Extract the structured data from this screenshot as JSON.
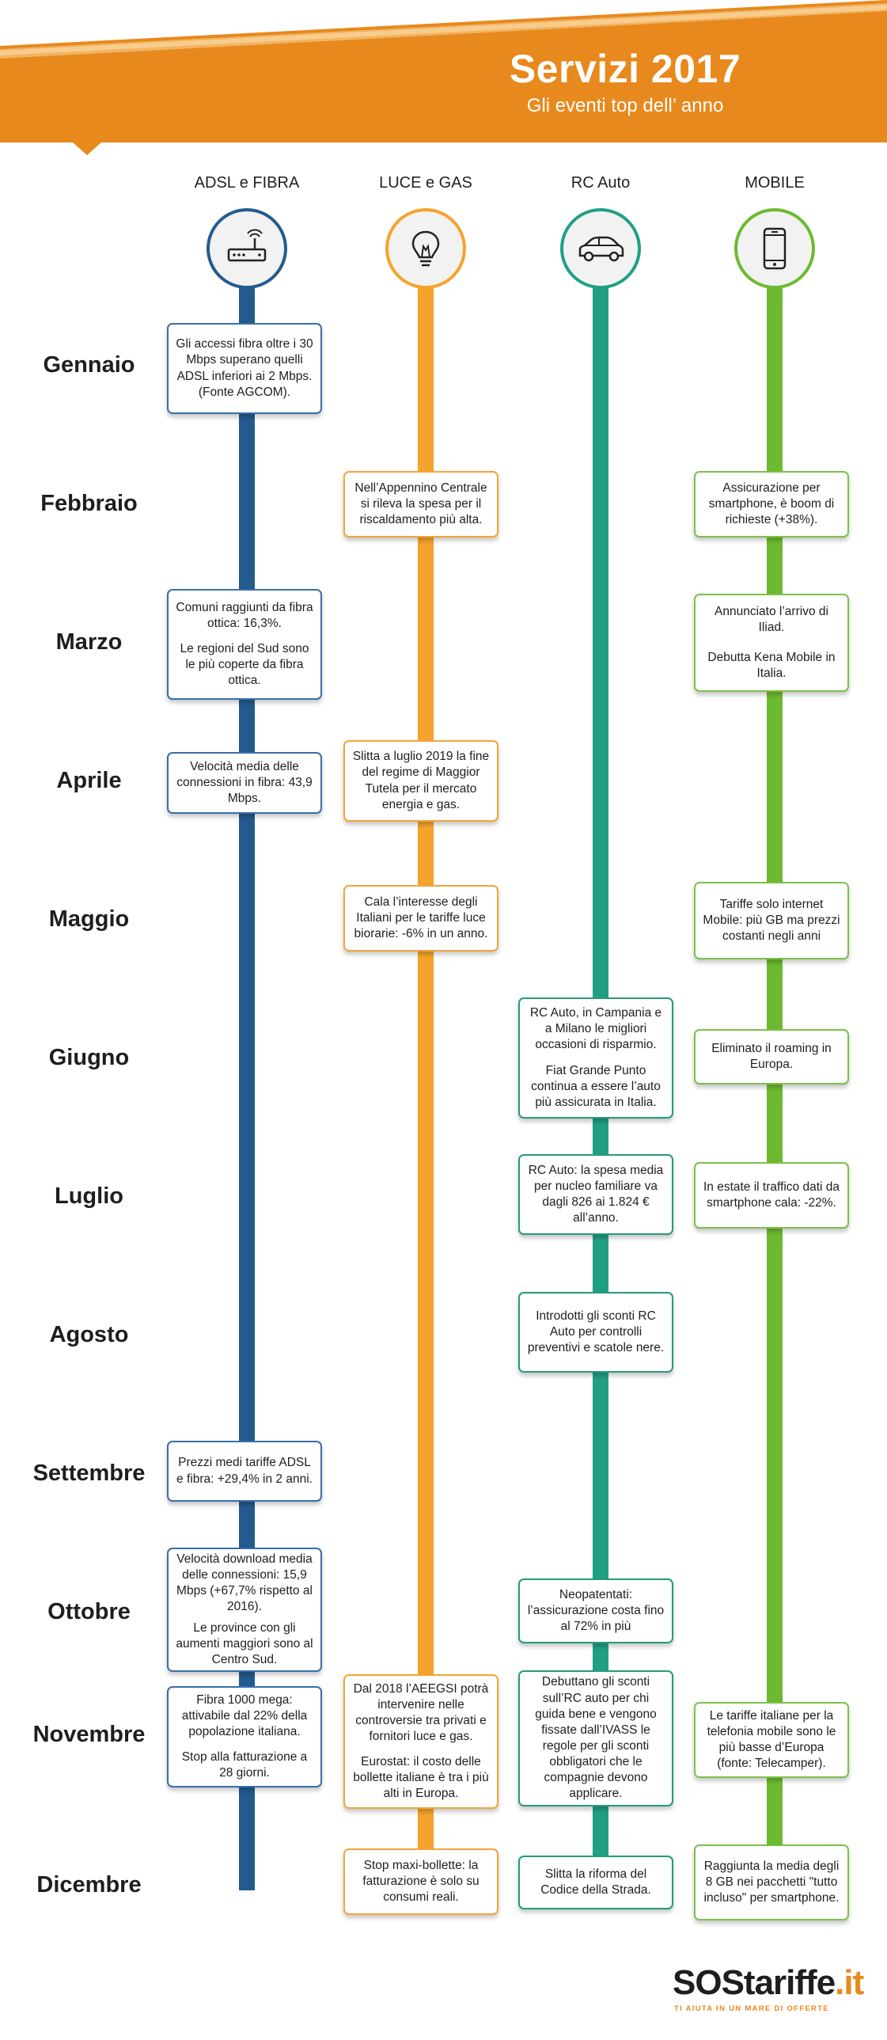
{
  "header": {
    "title": "Servizi 2017",
    "subtitle": "Gli eventi top dell’ anno"
  },
  "colors": {
    "header_orange": "#e8891d",
    "adsl": "#235b8e",
    "luce": "#f5a32b",
    "rc": "#20a083",
    "mobile": "#6cba2f"
  },
  "columns": [
    {
      "label": "ADSL e FIBRA",
      "icon": "router-icon"
    },
    {
      "label": "LUCE e GAS",
      "icon": "lightbulb-icon"
    },
    {
      "label": "RC Auto",
      "icon": "car-icon"
    },
    {
      "label": "MOBILE",
      "icon": "smartphone-icon"
    }
  ],
  "months": [
    "Gennaio",
    "Febbraio",
    "Marzo",
    "Aprile",
    "Maggio",
    "Giugno",
    "Luglio",
    "Agosto",
    "Settembre",
    "Ottobre",
    "Novembre",
    "Dicembre"
  ],
  "events": {
    "adsl": [
      {
        "month": "Gennaio",
        "lines": [
          "Gli accessi fibra oltre i 30 Mbps superano quelli ADSL inferiori ai 2 Mbps. (Fonte AGCOM)."
        ]
      },
      {
        "month": "Marzo",
        "lines": [
          "Comuni raggiunti da fibra ottica: 16,3%.",
          "Le regioni del Sud sono le più coperte da fibra ottica."
        ]
      },
      {
        "month": "Aprile",
        "lines": [
          "Velocità media delle connessioni in fibra: 43,9 Mbps."
        ]
      },
      {
        "month": "Settembre",
        "lines": [
          "Prezzi medi tariffe ADSL e fibra: +29,4% in 2 anni."
        ]
      },
      {
        "month": "Ottobre",
        "lines": [
          "Velocità download media delle connessioni: 15,9 Mbps (+67,7% rispetto al 2016).",
          "Le province con gli aumenti maggiori sono al Centro Sud."
        ]
      },
      {
        "month": "Novembre",
        "lines": [
          "Fibra 1000 mega: attivabile dal 22% della popolazione italiana.",
          "Stop alla fatturazione a 28 giorni."
        ]
      }
    ],
    "luce": [
      {
        "month": "Febbraio",
        "lines": [
          "Nell’Appennino Centrale si rileva la spesa per il riscaldamento più alta."
        ]
      },
      {
        "month": "Aprile",
        "lines": [
          "Slitta a luglio 2019 la fine del regime di Maggior Tutela per il mercato energia e gas."
        ]
      },
      {
        "month": "Maggio",
        "lines": [
          "Cala l’interesse degli Italiani per le tariffe luce biorarie: -6% in un anno."
        ]
      },
      {
        "month": "Novembre",
        "lines": [
          "Dal 2018 l’AEEGSI potrà intervenire nelle controversie tra privati e fornitori luce e gas.",
          "Eurostat: il costo delle bollette italiane è tra i più alti in Europa."
        ]
      },
      {
        "month": "Dicembre",
        "lines": [
          "Stop maxi-bollette: la fatturazione è solo su consumi reali."
        ]
      }
    ],
    "rc": [
      {
        "month": "Giugno",
        "lines": [
          "RC Auto, in Campania e a Milano le migliori occasioni di risparmio.",
          "Fiat Grande Punto continua a essere l’auto più assicurata in Italia."
        ]
      },
      {
        "month": "Luglio",
        "lines": [
          "RC Auto: la spesa media per nucleo familiare va dagli 826 ai 1.824 € all’anno."
        ]
      },
      {
        "month": "Agosto",
        "lines": [
          "Introdotti gli sconti RC Auto per controlli preventivi e scatole nere."
        ]
      },
      {
        "month": "Ottobre",
        "lines": [
          "Neopatentati: l’assicurazione costa fino al 72% in più"
        ]
      },
      {
        "month": "Novembre",
        "lines": [
          "Debuttano gli sconti sull’RC auto per chi guida bene e vengono fissate dall’IVASS le regole per gli sconti obbligatori che le compagnie devono applicare."
        ]
      },
      {
        "month": "Dicembre",
        "lines": [
          "Slitta la riforma del Codice della Strada."
        ]
      }
    ],
    "mobile": [
      {
        "month": "Febbraio",
        "lines": [
          "Assicurazione per smartphone, è boom di richieste (+38%)."
        ]
      },
      {
        "month": "Marzo",
        "lines": [
          "Annunciato l’arrivo di Iliad.",
          "Debutta Kena Mobile in Italia."
        ]
      },
      {
        "month": "Maggio",
        "lines": [
          "Tariffe solo internet Mobile: più GB ma prezzi costanti negli anni"
        ]
      },
      {
        "month": "Giugno",
        "lines": [
          "Eliminato il roaming in Europa."
        ]
      },
      {
        "month": "Luglio",
        "lines": [
          "In estate il traffico dati da smartphone cala: -22%."
        ]
      },
      {
        "month": "Novembre",
        "lines": [
          "Le tariffe italiane per la telefonia mobile sono le più basse d’Europa (fonte: Telecamper)."
        ]
      },
      {
        "month": "Dicembre",
        "lines": [
          "Raggiunta la media degli 8 GB nei pacchetti \"tutto incluso\" per smartphone."
        ]
      }
    ]
  },
  "logo": {
    "brand": "SOStariffe",
    "tld": ".it",
    "tagline": "TI AIUTA IN UN MARE DI OFFERTE"
  }
}
